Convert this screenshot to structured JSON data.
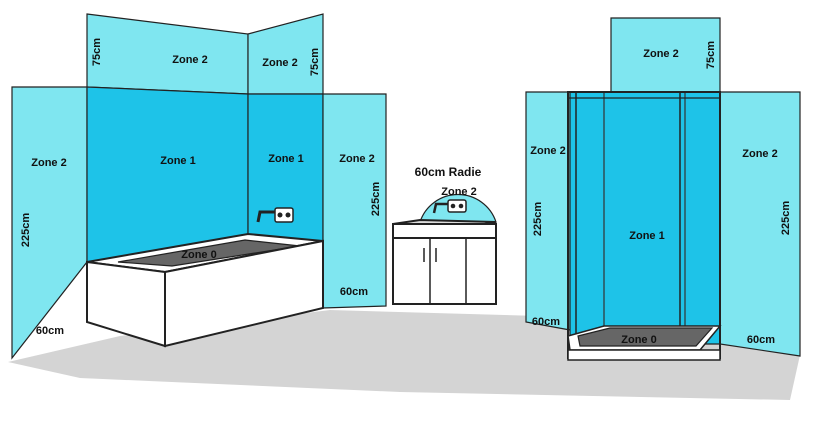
{
  "colors": {
    "zone2": "#7fe6f0",
    "zone1": "#1ec3e8",
    "zone0": "#666666",
    "floor": "#d4d4d4",
    "outline": "#222222"
  },
  "bathroom": {
    "top_left_zone2": "Zone 2",
    "top_right_zone2": "Zone 2",
    "top_left_dim": "75cm",
    "top_right_dim": "75cm",
    "left_zone2": "Zone 2",
    "left_height": "225cm",
    "left_width": "60cm",
    "main_zone1": "Zone 1",
    "corner_zone1": "Zone 1",
    "right_zone2": "Zone 2",
    "right_height": "225cm",
    "right_width": "60cm",
    "bath_zone0": "Zone 0"
  },
  "basin": {
    "radius_label": "60cm Radie",
    "zone2": "Zone 2"
  },
  "shower": {
    "top_zone2": "Zone 2",
    "top_dim": "75cm",
    "left_zone2": "Zone 2",
    "left_height": "225cm",
    "left_width": "60cm",
    "zone1": "Zone 1",
    "right_zone2": "Zone 2",
    "right_height": "225cm",
    "right_width": "60cm",
    "tray_zone0": "Zone 0"
  }
}
